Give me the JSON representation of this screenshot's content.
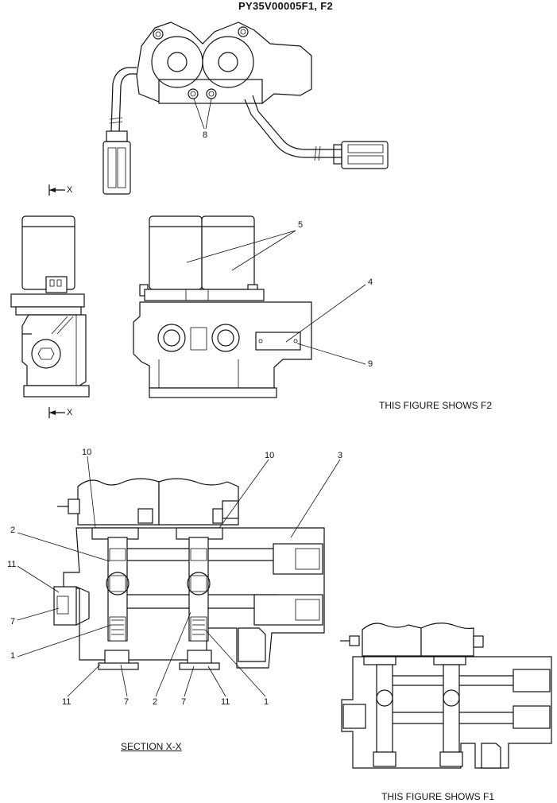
{
  "drawing_id": "PY35V00005F1, F2",
  "view_markers": [
    "X",
    "X"
  ],
  "captions": {
    "f2": "THIS FIGURE SHOWS  F2",
    "f1": "THIS FIGURE SHOWS  F1",
    "section": "SECTION  X-X"
  },
  "callouts": {
    "top_view": [
      "8"
    ],
    "front_view": [
      "5",
      "4",
      "9"
    ],
    "section_view": [
      "10",
      "10",
      "3",
      "2",
      "11",
      "7",
      "1",
      "11",
      "7",
      "2",
      "7",
      "11",
      "1"
    ]
  }
}
